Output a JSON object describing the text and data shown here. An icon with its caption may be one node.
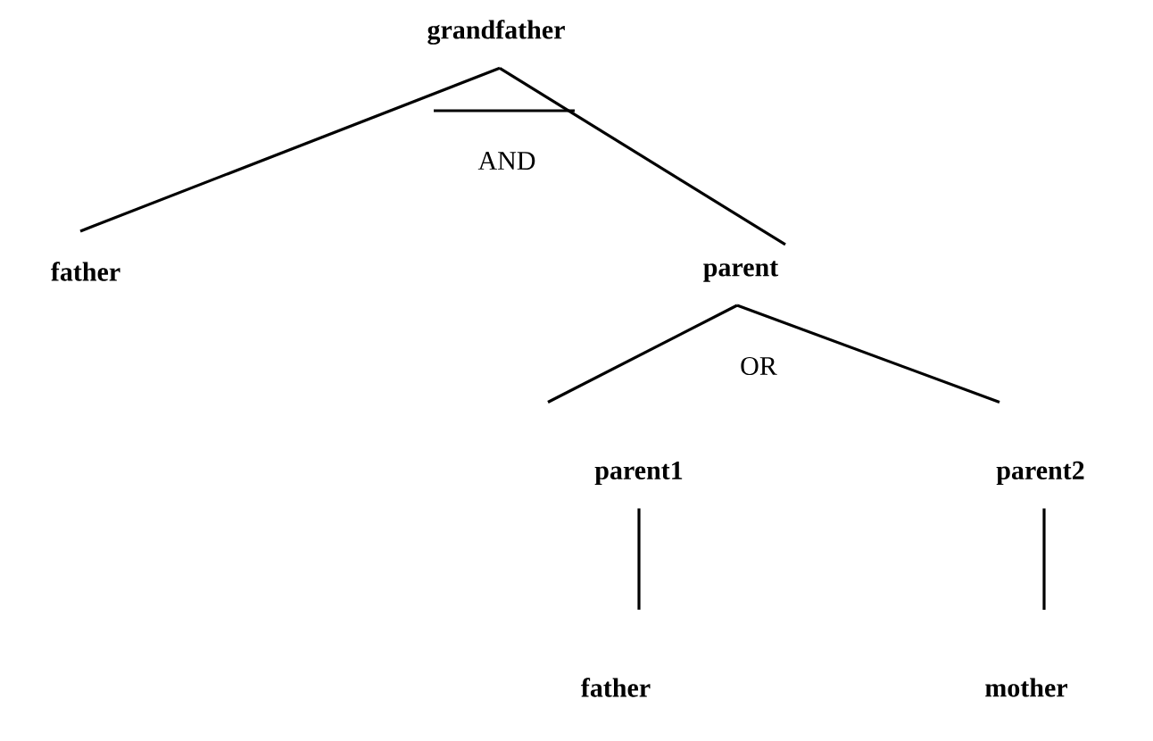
{
  "diagram": {
    "nodes": [
      {
        "text": [
          "grandfather"
        ]
      },
      {
        "text": [
          "father"
        ]
      },
      {
        "text": [
          "parent"
        ]
      },
      {
        "text": [
          "parent1"
        ]
      },
      {
        "text": [
          "parent2"
        ]
      },
      {
        "text": [
          "father"
        ]
      },
      {
        "text": [
          "mother"
        ]
      }
    ],
    "edges": [
      {
        "from": 0,
        "to": 1,
        "arrow": "none"
      },
      {
        "from": 0,
        "to": 2,
        "arrow": "none"
      },
      {
        "from": 2,
        "to": 3,
        "arrow": "none"
      },
      {
        "from": 2,
        "to": 4,
        "arrow": "none"
      },
      {
        "from": 3,
        "to": 5,
        "arrow": "none"
      },
      {
        "from": 4,
        "to": 6,
        "arrow": "none"
      }
    ],
    "labels": [
      "AND",
      "OR"
    ]
  }
}
